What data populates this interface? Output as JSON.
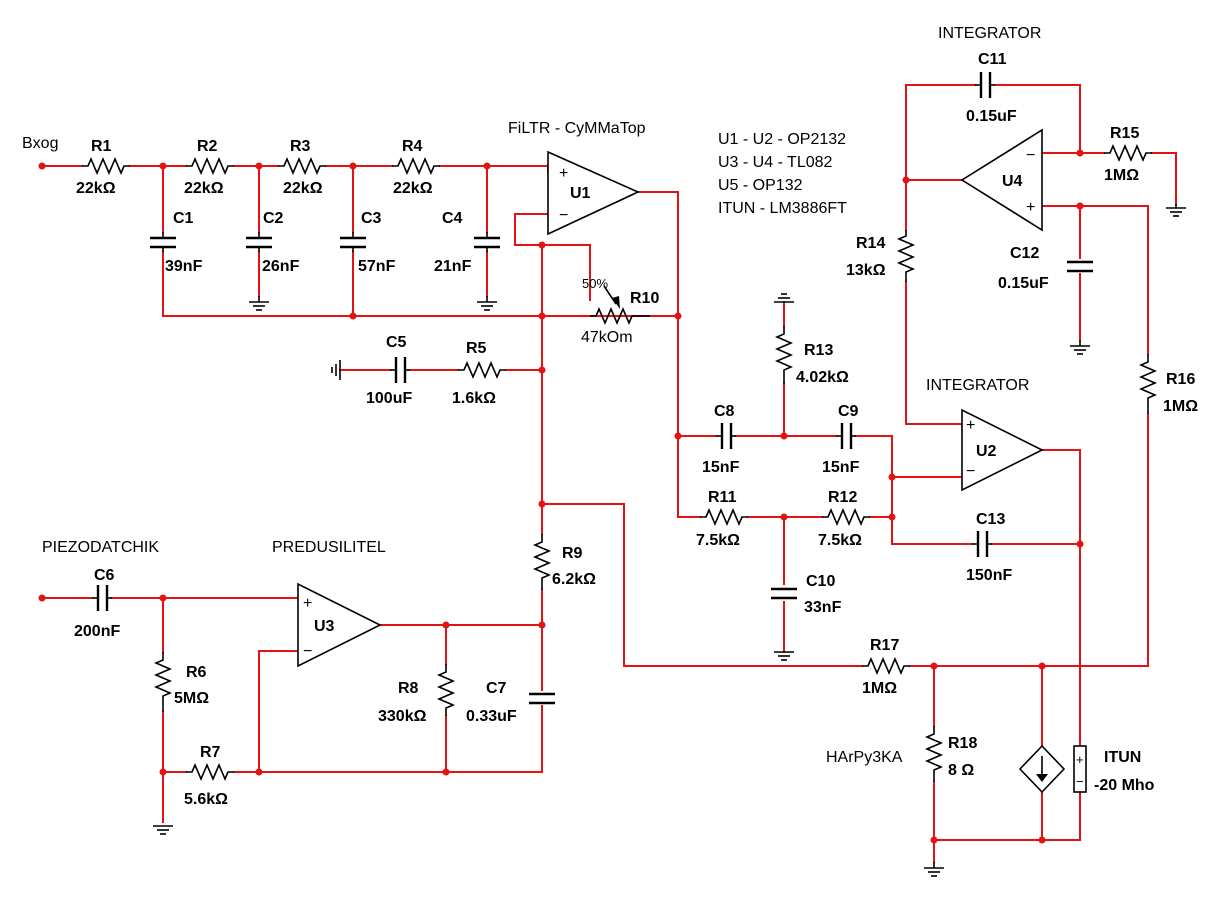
{
  "labels": {
    "input": "Bxog",
    "filter_title": "FiLTR - CyMMaTop",
    "integrator_top": "INTEGRATOR",
    "integrator_mid": "INTEGRATOR",
    "piezo": "PIEZODATCHIK",
    "preamp": "PREDUSILITEL",
    "load": "HArPy3KA",
    "pot_percent": "50%"
  },
  "legend": [
    "U1 - U2 - OP2132",
    "U3 - U4 - TL082",
    "U5 - OP132",
    "ITUN - LM3886FT"
  ],
  "components": {
    "R1": {
      "name": "R1",
      "value": "22kΩ"
    },
    "R2": {
      "name": "R2",
      "value": "22kΩ"
    },
    "R3": {
      "name": "R3",
      "value": "22kΩ"
    },
    "R4": {
      "name": "R4",
      "value": "22kΩ"
    },
    "C1": {
      "name": "C1",
      "value": "39nF"
    },
    "C2": {
      "name": "C2",
      "value": "26nF"
    },
    "C3": {
      "name": "C3",
      "value": "57nF"
    },
    "C4": {
      "name": "C4",
      "value": "21nF"
    },
    "U1": {
      "name": "U1"
    },
    "R10": {
      "name": "R10",
      "value": "47kOm"
    },
    "C5": {
      "name": "C5",
      "value": "100uF"
    },
    "R5": {
      "name": "R5",
      "value": "1.6kΩ"
    },
    "C11": {
      "name": "C11",
      "value": "0.15uF"
    },
    "R15": {
      "name": "R15",
      "value": "1MΩ"
    },
    "U4": {
      "name": "U4"
    },
    "R14": {
      "name": "R14",
      "value": "13kΩ"
    },
    "C12": {
      "name": "C12",
      "value": "0.15uF"
    },
    "R13": {
      "name": "R13",
      "value": "4.02kΩ"
    },
    "C8": {
      "name": "C8",
      "value": "15nF"
    },
    "C9": {
      "name": "C9",
      "value": "15nF"
    },
    "U2": {
      "name": "U2"
    },
    "R16": {
      "name": "R16",
      "value": "1MΩ"
    },
    "R11": {
      "name": "R11",
      "value": "7.5kΩ"
    },
    "R12": {
      "name": "R12",
      "value": "7.5kΩ"
    },
    "C13": {
      "name": "C13",
      "value": "150nF"
    },
    "C10": {
      "name": "C10",
      "value": "33nF"
    },
    "C6": {
      "name": "C6",
      "value": "200nF"
    },
    "U3": {
      "name": "U3"
    },
    "R9": {
      "name": "R9",
      "value": "6.2kΩ"
    },
    "R6": {
      "name": "R6",
      "value": "5MΩ"
    },
    "R8": {
      "name": "R8",
      "value": "330kΩ"
    },
    "C7": {
      "name": "C7",
      "value": "0.33uF"
    },
    "R7": {
      "name": "R7",
      "value": "5.6kΩ"
    },
    "R17": {
      "name": "R17",
      "value": "1MΩ"
    },
    "R18": {
      "name": "R18",
      "value": "8 Ω"
    },
    "ITUN": {
      "name": "ITUN",
      "value": "-20 Mho"
    }
  },
  "opamp_signs": {
    "plus": "+",
    "minus": "−"
  },
  "colors": {
    "wire": "#e31313",
    "component": "#000000",
    "background": "#ffffff"
  }
}
